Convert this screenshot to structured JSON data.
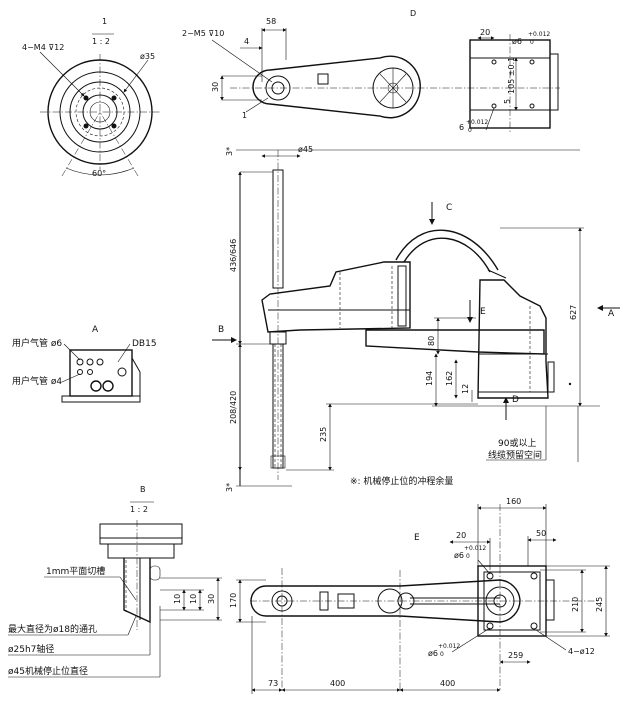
{
  "views": {
    "view1": {
      "label": "1",
      "scale": "1 : 2",
      "holes": "4−M4 ⊽12",
      "bolt_circle": "ø35",
      "angle": "60°"
    },
    "top": {
      "label": "D",
      "tap": "2−M5 ⊽10",
      "dim_58": "58",
      "dim_4": "4",
      "dim_30": "30",
      "mark_1": "1",
      "dim_20": "20",
      "hole": "ø6",
      "tol_up": "+0.012",
      "tol_lo": "0",
      "dim_105": "105 ±0.1",
      "dim_5": "5",
      "dim_6": "6"
    },
    "front": {
      "dia45": "ø45",
      "dim_436": "436/646",
      "dim_208": "208/420",
      "dim_235": "235",
      "dim_80": "80",
      "dim_194": "194",
      "dim_162": "162",
      "dim_12": "12",
      "dim_627": "627",
      "dim_3a": "3*",
      "dim_3b": "3*",
      "arrow_c": "C",
      "arrow_a": "A",
      "arrow_b": "B",
      "arrow_e": "E",
      "arrow_d": "D",
      "cable_1": "90或以上",
      "cable_2": "线缆预留空间",
      "note": "※: 机械停止位的冲程余量"
    },
    "detailA": {
      "label": "A",
      "air6": "用户气管 ø6",
      "air4": "用户气管 ø4",
      "db": "DB15"
    },
    "detailB": {
      "label": "B",
      "scale": "1 : 2",
      "flat": "1mm平面切槽",
      "through": "最大直径为ø18的通孔",
      "shaft": "ø25h7轴径",
      "stop": "ø45机械停止位直径",
      "dim_170": "170",
      "dim_30": "30",
      "dim_10a": "10",
      "dim_10b": "10"
    },
    "viewE": {
      "label": "E",
      "dim_160": "160",
      "dim_50": "50",
      "dim_20": "20",
      "hole": "ø6",
      "tol_up": "+0.012",
      "tol_lo": "0",
      "dim_210": "210",
      "dim_245": "245",
      "dim_259": "259",
      "holes": "4−ø12",
      "hole2": "ø6",
      "tol2_up": "+0.012",
      "tol2_lo": "0",
      "dim_73": "73",
      "dim_400a": "400",
      "dim_400b": "400"
    }
  }
}
